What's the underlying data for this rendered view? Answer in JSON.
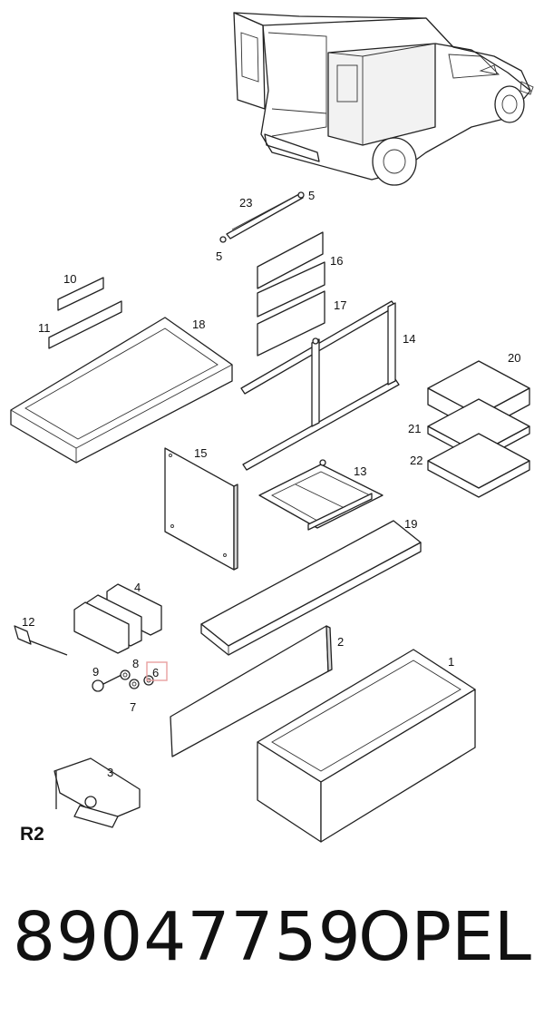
{
  "diagram": {
    "region_label": "R2",
    "highlight_color": "#e8a0a0",
    "callouts": [
      {
        "id": "c1",
        "text": "1"
      },
      {
        "id": "c2",
        "text": "2"
      },
      {
        "id": "c3",
        "text": "3"
      },
      {
        "id": "c4",
        "text": "4"
      },
      {
        "id": "c5a",
        "text": "5"
      },
      {
        "id": "c5b",
        "text": "5"
      },
      {
        "id": "c6",
        "text": "6",
        "highlighted": true
      },
      {
        "id": "c7",
        "text": "7"
      },
      {
        "id": "c8",
        "text": "8"
      },
      {
        "id": "c9",
        "text": "9"
      },
      {
        "id": "c10",
        "text": "10"
      },
      {
        "id": "c11",
        "text": "11"
      },
      {
        "id": "c12",
        "text": "12"
      },
      {
        "id": "c13",
        "text": "13"
      },
      {
        "id": "c14",
        "text": "14"
      },
      {
        "id": "c15",
        "text": "15"
      },
      {
        "id": "c16",
        "text": "16"
      },
      {
        "id": "c17",
        "text": "17"
      },
      {
        "id": "c18",
        "text": "18"
      },
      {
        "id": "c19",
        "text": "19"
      },
      {
        "id": "c20",
        "text": "20"
      },
      {
        "id": "c21",
        "text": "21"
      },
      {
        "id": "c22",
        "text": "22"
      },
      {
        "id": "c23",
        "text": "23"
      }
    ]
  },
  "footer": {
    "part_number": "89047759",
    "brand": "OPEL"
  }
}
